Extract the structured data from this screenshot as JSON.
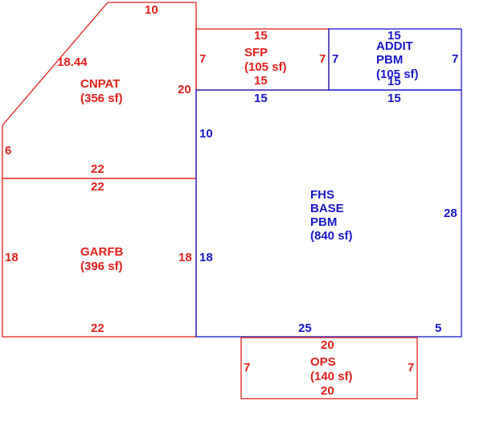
{
  "colors": {
    "red": "#e0201c",
    "blue": "#1818c8"
  },
  "areas": {
    "cnpat": {
      "name": "CNPAT",
      "area": "(356 sf)",
      "top": "10",
      "diag": "18.44",
      "right": "20",
      "left": "6",
      "bottom": "22"
    },
    "garfb": {
      "name": "GARFB",
      "area": "(396 sf)",
      "top": "22",
      "left": "18",
      "right": "18",
      "bottom": "22"
    },
    "sfp": {
      "name": "SFP",
      "area": "(105 sf)",
      "top": "15",
      "bottom": "15",
      "left": "7",
      "right": "7"
    },
    "addit": {
      "name1": "ADDIT",
      "name2": "PBM",
      "area": "(105 sf)",
      "top": "15",
      "bottom": "15",
      "left": "7",
      "right": "7"
    },
    "fhs": {
      "name1": "FHS",
      "name2": "BASE",
      "name3": "PBM",
      "area": "(840 sf)",
      "top": "15",
      "top_right": "15",
      "left_upper": "10",
      "left_lower": "18",
      "right": "28",
      "bottom_main": "25",
      "bottom_right": "5"
    },
    "ops": {
      "name": "OPS",
      "area": "(140 sf)",
      "top": "20",
      "bottom": "20",
      "left": "7",
      "right": "7"
    }
  }
}
